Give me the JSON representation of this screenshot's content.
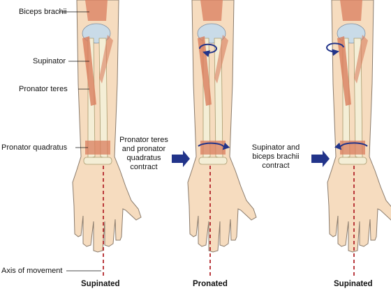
{
  "labels": {
    "biceps_brachii": "Biceps brachii",
    "supinator": "Supinator",
    "pronator_teres": "Pronator teres",
    "pronator_quadratus": "Pronator quadratus",
    "axis_of_movement": "Axis of movement"
  },
  "steps": {
    "first": "Pronator teres\nand pronator\nquadratus\ncontract",
    "second": "Supinator and\nbiceps brachii\ncontract"
  },
  "captions": [
    "Supinated",
    "Pronated",
    "Supinated"
  ],
  "colors": {
    "skin": "#f6dcbf",
    "skin_outline": "#8a7b6c",
    "bone": "#f4eed6",
    "muscle": "#d97d5d",
    "cartilage": "#c9dbe8",
    "arrow": "#22348a",
    "axis_line": "#b3262c"
  }
}
